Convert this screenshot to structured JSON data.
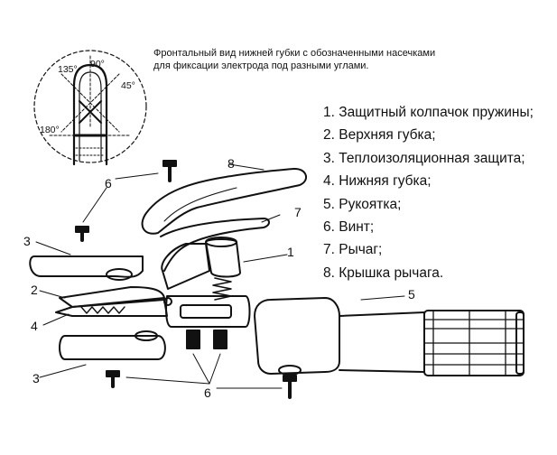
{
  "caption": {
    "line1": "Фронтальный вид нижней губки с обозначенными насечками",
    "line2": "для фиксации электрода под разными углами."
  },
  "angles": [
    "90°",
    "135°",
    "45°",
    "180°"
  ],
  "legend": [
    "1. Защитный колпачок пружины;",
    "2. Верхняя губка;",
    "3. Теплоизоляционная защита;",
    "4. Нижняя губка;",
    "5. Рукоятка;",
    "6. Винт;",
    "7. Рычаг;",
    "8. Крышка рычага."
  ],
  "callouts": {
    "n1": "1",
    "n2": "2",
    "n3a": "3",
    "n3b": "3",
    "n4": "4",
    "n5": "5",
    "n6a": "6",
    "n6b": "6",
    "n7": "7",
    "n8": "8"
  }
}
